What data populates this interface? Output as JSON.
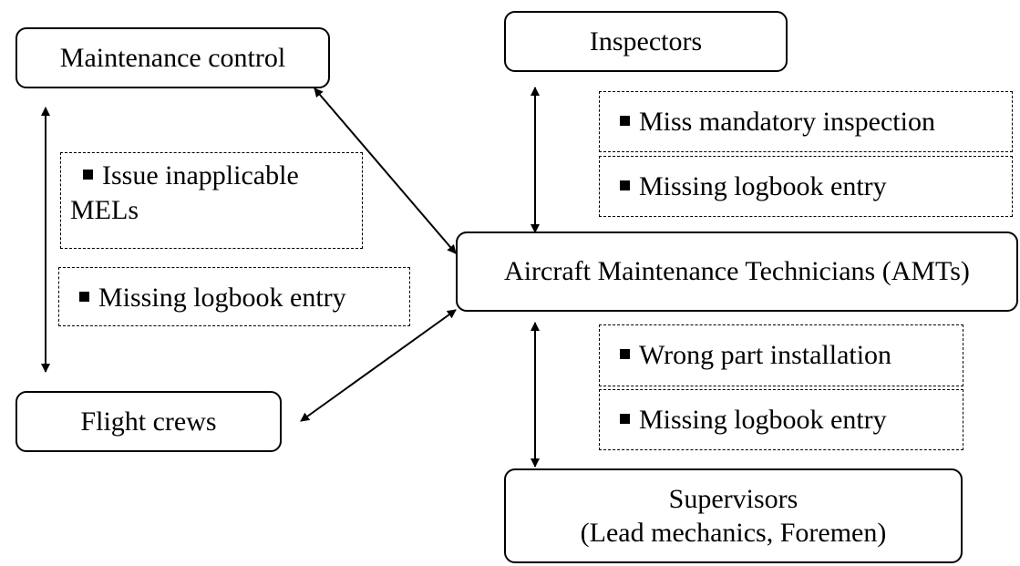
{
  "nodes": {
    "maintenance_control": "Maintenance control",
    "inspectors": "Inspectors",
    "amts": "Aircraft Maintenance Technicians (AMTs)",
    "flight_crews": "Flight crews",
    "supervisors_line1": "Supervisors",
    "supervisors_line2": "(Lead mechanics, Foremen)"
  },
  "notes": {
    "mc_issue_mel_line1": "Issue inapplicable",
    "mc_issue_mel_line2": "MELs",
    "mc_missing_logbook": "Missing logbook entry",
    "insp_miss_mandatory": "Miss mandatory inspection",
    "insp_missing_logbook": "Missing logbook entry",
    "sup_wrong_part": "Wrong part installation",
    "sup_missing_logbook": "Missing logbook entry"
  }
}
